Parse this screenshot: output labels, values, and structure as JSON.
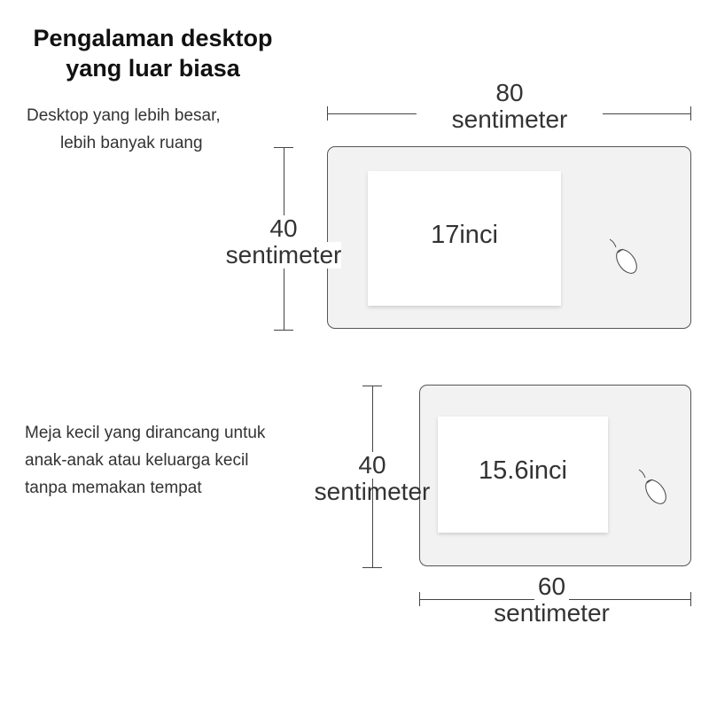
{
  "title": [
    "Pengalaman desktop",
    "yang luar biasa"
  ],
  "large": {
    "desc": [
      "Desktop yang lebih besar,",
      "lebih banyak ruang"
    ],
    "width_value": "80",
    "width_unit": "sentimeter",
    "height_value": "40",
    "height_unit": "sentimeter",
    "screen_label": "17inci"
  },
  "small": {
    "desc": [
      "Meja kecil yang dirancang untuk",
      "anak-anak atau keluarga kecil",
      "tanpa memakan tempat"
    ],
    "width_value": "60",
    "width_unit": "sentimeter",
    "height_value": "40",
    "height_unit": "sentimeter",
    "screen_label": "15.6inci"
  }
}
